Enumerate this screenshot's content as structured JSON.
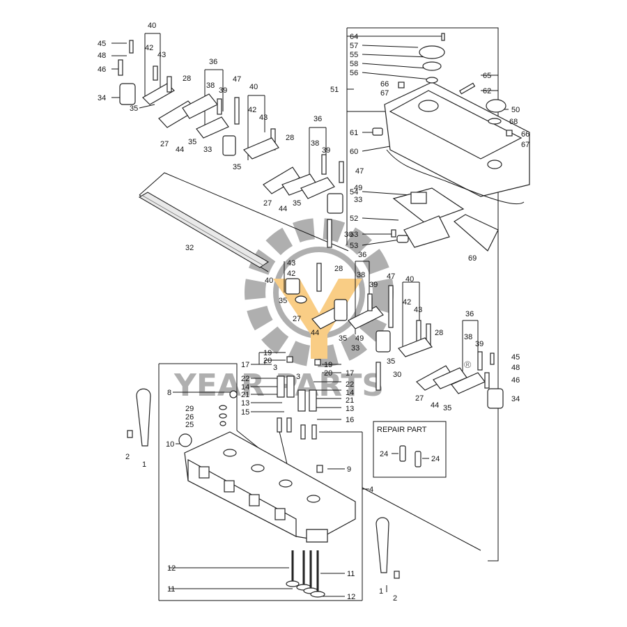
{
  "watermark": {
    "text": "YEAR PARTS",
    "registered": "®",
    "accent": "#f5a623",
    "gray": "#6e6e6e"
  },
  "repair_part": {
    "title": "REPAIR PART",
    "item_a": "24",
    "item_b": "24"
  },
  "callouts": [
    {
      "id": "c45a",
      "t": "45"
    },
    {
      "id": "c48a",
      "t": "48"
    },
    {
      "id": "c46a",
      "t": "46"
    },
    {
      "id": "c34a",
      "t": "34"
    },
    {
      "id": "c40a",
      "t": "40"
    },
    {
      "id": "c42a",
      "t": "42"
    },
    {
      "id": "c43a",
      "t": "43"
    },
    {
      "id": "c28a",
      "t": "28"
    },
    {
      "id": "c35a",
      "t": "35"
    },
    {
      "id": "c27a",
      "t": "27"
    },
    {
      "id": "c44a",
      "t": "44"
    },
    {
      "id": "c35b",
      "t": "35"
    },
    {
      "id": "c36a",
      "t": "36"
    },
    {
      "id": "c38a",
      "t": "38"
    },
    {
      "id": "c39a",
      "t": "39"
    },
    {
      "id": "c33a",
      "t": "33"
    },
    {
      "id": "c47a",
      "t": "47"
    },
    {
      "id": "c40b",
      "t": "40"
    },
    {
      "id": "c42b",
      "t": "42"
    },
    {
      "id": "c43b",
      "t": "43"
    },
    {
      "id": "c28b",
      "t": "28"
    },
    {
      "id": "c35c",
      "t": "35"
    },
    {
      "id": "c27b",
      "t": "27"
    },
    {
      "id": "c44b",
      "t": "44"
    },
    {
      "id": "c35d",
      "t": "35"
    },
    {
      "id": "c36b",
      "t": "36"
    },
    {
      "id": "c38b",
      "t": "38"
    },
    {
      "id": "c39b",
      "t": "39"
    },
    {
      "id": "c47b",
      "t": "47"
    },
    {
      "id": "c49a",
      "t": "49"
    },
    {
      "id": "c33b",
      "t": "33"
    },
    {
      "id": "c30a",
      "t": "30"
    },
    {
      "id": "c32",
      "t": "32"
    },
    {
      "id": "c64",
      "t": "64"
    },
    {
      "id": "c57",
      "t": "57"
    },
    {
      "id": "c55",
      "t": "55"
    },
    {
      "id": "c58",
      "t": "58"
    },
    {
      "id": "c56",
      "t": "56"
    },
    {
      "id": "c51",
      "t": "51"
    },
    {
      "id": "c66a",
      "t": "66"
    },
    {
      "id": "c67a",
      "t": "67"
    },
    {
      "id": "c65",
      "t": "65"
    },
    {
      "id": "c62",
      "t": "62"
    },
    {
      "id": "c50",
      "t": "50"
    },
    {
      "id": "c68",
      "t": "68"
    },
    {
      "id": "c66b",
      "t": "66"
    },
    {
      "id": "c67b",
      "t": "67"
    },
    {
      "id": "c61",
      "t": "61"
    },
    {
      "id": "c60",
      "t": "60"
    },
    {
      "id": "c54",
      "t": "54"
    },
    {
      "id": "c52",
      "t": "52"
    },
    {
      "id": "c63",
      "t": "63"
    },
    {
      "id": "c53",
      "t": "53"
    },
    {
      "id": "c69",
      "t": "69"
    },
    {
      "id": "c43c",
      "t": "43"
    },
    {
      "id": "c42c",
      "t": "42"
    },
    {
      "id": "c40c",
      "t": "40"
    },
    {
      "id": "c28c",
      "t": "28"
    },
    {
      "id": "c35e",
      "t": "35"
    },
    {
      "id": "c27c",
      "t": "27"
    },
    {
      "id": "c44c",
      "t": "44"
    },
    {
      "id": "c35f",
      "t": "35"
    },
    {
      "id": "c36c",
      "t": "36"
    },
    {
      "id": "c38c",
      "t": "38"
    },
    {
      "id": "c39c",
      "t": "39"
    },
    {
      "id": "c47c",
      "t": "47"
    },
    {
      "id": "c40d",
      "t": "40"
    },
    {
      "id": "c42d",
      "t": "42"
    },
    {
      "id": "c43d",
      "t": "43"
    },
    {
      "id": "c28d",
      "t": "28"
    },
    {
      "id": "c49b",
      "t": "49"
    },
    {
      "id": "c33c",
      "t": "33"
    },
    {
      "id": "c35g",
      "t": "35"
    },
    {
      "id": "c30b",
      "t": "30"
    },
    {
      "id": "c27d",
      "t": "27"
    },
    {
      "id": "c44d",
      "t": "44"
    },
    {
      "id": "c35h",
      "t": "35"
    },
    {
      "id": "c36d",
      "t": "36"
    },
    {
      "id": "c38d",
      "t": "38"
    },
    {
      "id": "c39d",
      "t": "39"
    },
    {
      "id": "c45b",
      "t": "45"
    },
    {
      "id": "c48b",
      "t": "48"
    },
    {
      "id": "c46b",
      "t": "46"
    },
    {
      "id": "c34b",
      "t": "34"
    },
    {
      "id": "c19a",
      "t": "19"
    },
    {
      "id": "c20a",
      "t": "20"
    },
    {
      "id": "c17a",
      "t": "17"
    },
    {
      "id": "c3a",
      "t": "3"
    },
    {
      "id": "c22a",
      "t": "22"
    },
    {
      "id": "c14a",
      "t": "14"
    },
    {
      "id": "c21a",
      "t": "21"
    },
    {
      "id": "c13a",
      "t": "13"
    },
    {
      "id": "c15",
      "t": "15"
    },
    {
      "id": "c19b",
      "t": "19"
    },
    {
      "id": "c20b",
      "t": "20"
    },
    {
      "id": "c17b",
      "t": "17"
    },
    {
      "id": "c3b",
      "t": "3"
    },
    {
      "id": "c22b",
      "t": "22"
    },
    {
      "id": "c14b",
      "t": "14"
    },
    {
      "id": "c21b",
      "t": "21"
    },
    {
      "id": "c13b",
      "t": "13"
    },
    {
      "id": "c16",
      "t": "16"
    },
    {
      "id": "c8",
      "t": "8"
    },
    {
      "id": "c29",
      "t": "29"
    },
    {
      "id": "c26",
      "t": "26"
    },
    {
      "id": "c25",
      "t": "25"
    },
    {
      "id": "c10",
      "t": "10"
    },
    {
      "id": "c2a",
      "t": "2"
    },
    {
      "id": "c1a",
      "t": "1"
    },
    {
      "id": "c9",
      "t": "9"
    },
    {
      "id": "c4",
      "t": "4"
    },
    {
      "id": "c12a",
      "t": "12"
    },
    {
      "id": "c11a",
      "t": "11"
    },
    {
      "id": "c11b",
      "t": "11"
    },
    {
      "id": "c12b",
      "t": "12"
    },
    {
      "id": "c1b",
      "t": "1"
    },
    {
      "id": "c2b",
      "t": "2"
    }
  ]
}
